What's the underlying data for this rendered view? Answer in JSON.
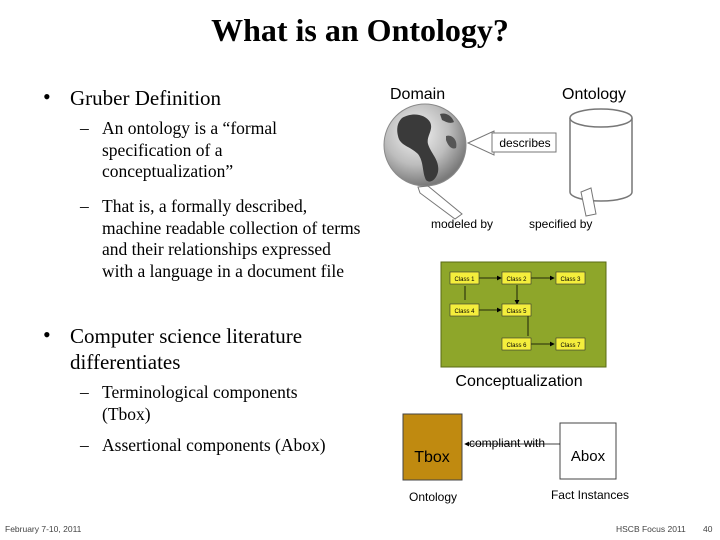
{
  "slide": {
    "title": "What is an Ontology?",
    "bullets": [
      {
        "text": "Gruber Definition",
        "subs": [
          "An ontology is a “formal specification of a conceptualization”",
          "That is, a formally described, machine readable collection of terms and their relationships expressed with a language in a document file"
        ]
      },
      {
        "text": "Computer science literature differentiates",
        "subs": [
          "Terminological components (Tbox)",
          "Assertional components (Abox)"
        ]
      }
    ]
  },
  "diagram": {
    "domain_label": "Domain",
    "ontology_label": "Ontology",
    "describes_label": "describes",
    "modeled_by_label": "modeled by",
    "specified_by_label": "specified by",
    "classes": [
      "Class 1",
      "Class 2",
      "Class 3",
      "Class 4",
      "Class 5",
      "Class 6",
      "Class 7"
    ],
    "conceptualization_label": "Conceptualization",
    "tbox_label": "Tbox",
    "abox_label": "Abox",
    "compliant_label": "compliant with",
    "ontology_bottom_label": "Ontology",
    "fact_instances_label": "Fact Instances",
    "colors": {
      "concept_box": "#8ea62a",
      "class_box": "#f4ee3c",
      "tbox": "#c08a10",
      "cylinder": "#ffffff"
    },
    "icons": [
      "globe-icon",
      "database-cylinder-icon"
    ]
  },
  "footer": {
    "date": "February 7-10, 2011",
    "venue": "HSCB Focus 2011",
    "page": "40"
  }
}
